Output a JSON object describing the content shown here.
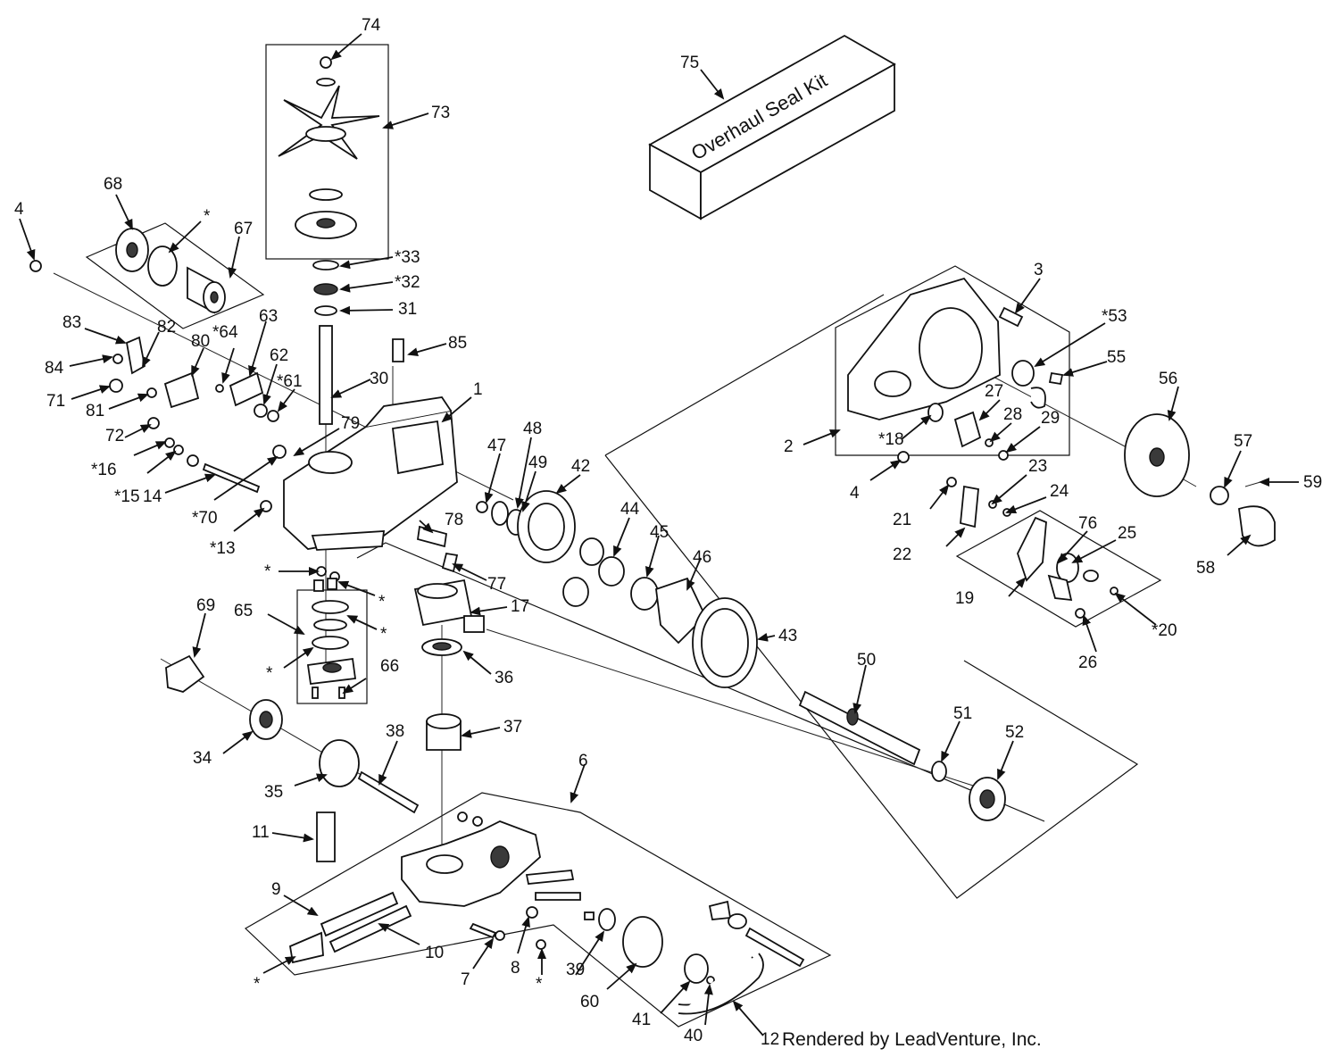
{
  "diagram": {
    "kit_label": "Overhaul Seal Kit",
    "credit": "Rendered by LeadVenture, Inc.",
    "colors": {
      "line": "#111111",
      "background": "#ffffff"
    },
    "callouts": [
      {
        "id": "c74",
        "text": "74"
      },
      {
        "id": "c73",
        "text": "73"
      },
      {
        "id": "c75",
        "text": "75"
      },
      {
        "id": "c68",
        "text": "68"
      },
      {
        "id": "cstar1",
        "text": "*"
      },
      {
        "id": "c67",
        "text": "67"
      },
      {
        "id": "c4a",
        "text": "4"
      },
      {
        "id": "c33",
        "text": "*33"
      },
      {
        "id": "c32",
        "text": "*32"
      },
      {
        "id": "c31",
        "text": "31"
      },
      {
        "id": "c3",
        "text": "3"
      },
      {
        "id": "c53",
        "text": "*53"
      },
      {
        "id": "c55",
        "text": "55"
      },
      {
        "id": "c56",
        "text": "56"
      },
      {
        "id": "c83",
        "text": "83"
      },
      {
        "id": "c82",
        "text": "82"
      },
      {
        "id": "c80",
        "text": "80"
      },
      {
        "id": "c64",
        "text": "*64"
      },
      {
        "id": "c63",
        "text": "63"
      },
      {
        "id": "c62",
        "text": "62"
      },
      {
        "id": "c61",
        "text": "*61"
      },
      {
        "id": "c85",
        "text": "85"
      },
      {
        "id": "c30",
        "text": "30"
      },
      {
        "id": "c1",
        "text": "1"
      },
      {
        "id": "c84",
        "text": "84"
      },
      {
        "id": "c71",
        "text": "71"
      },
      {
        "id": "c81",
        "text": "81"
      },
      {
        "id": "c27",
        "text": "27"
      },
      {
        "id": "c28",
        "text": "28"
      },
      {
        "id": "c29",
        "text": "29"
      },
      {
        "id": "c2",
        "text": "2"
      },
      {
        "id": "c18",
        "text": "*18"
      },
      {
        "id": "c57",
        "text": "57"
      },
      {
        "id": "c59",
        "text": "59"
      },
      {
        "id": "c72",
        "text": "72"
      },
      {
        "id": "c79",
        "text": "79"
      },
      {
        "id": "c48",
        "text": "48"
      },
      {
        "id": "c47",
        "text": "47"
      },
      {
        "id": "c49",
        "text": "49"
      },
      {
        "id": "c42",
        "text": "42"
      },
      {
        "id": "c16",
        "text": "*16"
      },
      {
        "id": "c15",
        "text": "*15"
      },
      {
        "id": "c14",
        "text": "14"
      },
      {
        "id": "c70",
        "text": "*70"
      },
      {
        "id": "c13",
        "text": "*13"
      },
      {
        "id": "c44",
        "text": "44"
      },
      {
        "id": "c45",
        "text": "45"
      },
      {
        "id": "c4b",
        "text": "4"
      },
      {
        "id": "c21",
        "text": "21"
      },
      {
        "id": "c23",
        "text": "23"
      },
      {
        "id": "c24",
        "text": "24"
      },
      {
        "id": "c76",
        "text": "76"
      },
      {
        "id": "c25",
        "text": "25"
      },
      {
        "id": "c22",
        "text": "22"
      },
      {
        "id": "c58",
        "text": "58"
      },
      {
        "id": "c78",
        "text": "78"
      },
      {
        "id": "c46",
        "text": "46"
      },
      {
        "id": "c77",
        "text": "77"
      },
      {
        "id": "cstar2",
        "text": "*"
      },
      {
        "id": "cstar3",
        "text": "*"
      },
      {
        "id": "c19",
        "text": "19"
      },
      {
        "id": "c20",
        "text": "*20"
      },
      {
        "id": "c17",
        "text": "17"
      },
      {
        "id": "c69",
        "text": "69"
      },
      {
        "id": "c65",
        "text": "65"
      },
      {
        "id": "cstar4",
        "text": "*"
      },
      {
        "id": "c43",
        "text": "43"
      },
      {
        "id": "c26",
        "text": "26"
      },
      {
        "id": "cstar5",
        "text": "*"
      },
      {
        "id": "c66",
        "text": "66"
      },
      {
        "id": "c36",
        "text": "36"
      },
      {
        "id": "c50",
        "text": "50"
      },
      {
        "id": "c34",
        "text": "34"
      },
      {
        "id": "c37",
        "text": "37"
      },
      {
        "id": "c51",
        "text": "51"
      },
      {
        "id": "c52",
        "text": "52"
      },
      {
        "id": "c38",
        "text": "38"
      },
      {
        "id": "c35",
        "text": "35"
      },
      {
        "id": "c6",
        "text": "6"
      },
      {
        "id": "c11",
        "text": "11"
      },
      {
        "id": "c9",
        "text": "9"
      },
      {
        "id": "c10",
        "text": "10"
      },
      {
        "id": "cstar6",
        "text": "*"
      },
      {
        "id": "c7",
        "text": "7"
      },
      {
        "id": "c8",
        "text": "8"
      },
      {
        "id": "cstar7",
        "text": "*"
      },
      {
        "id": "c39",
        "text": "39"
      },
      {
        "id": "c60",
        "text": "60"
      },
      {
        "id": "c41",
        "text": "41"
      },
      {
        "id": "c40",
        "text": "40"
      },
      {
        "id": "c12",
        "text": "12"
      }
    ]
  }
}
